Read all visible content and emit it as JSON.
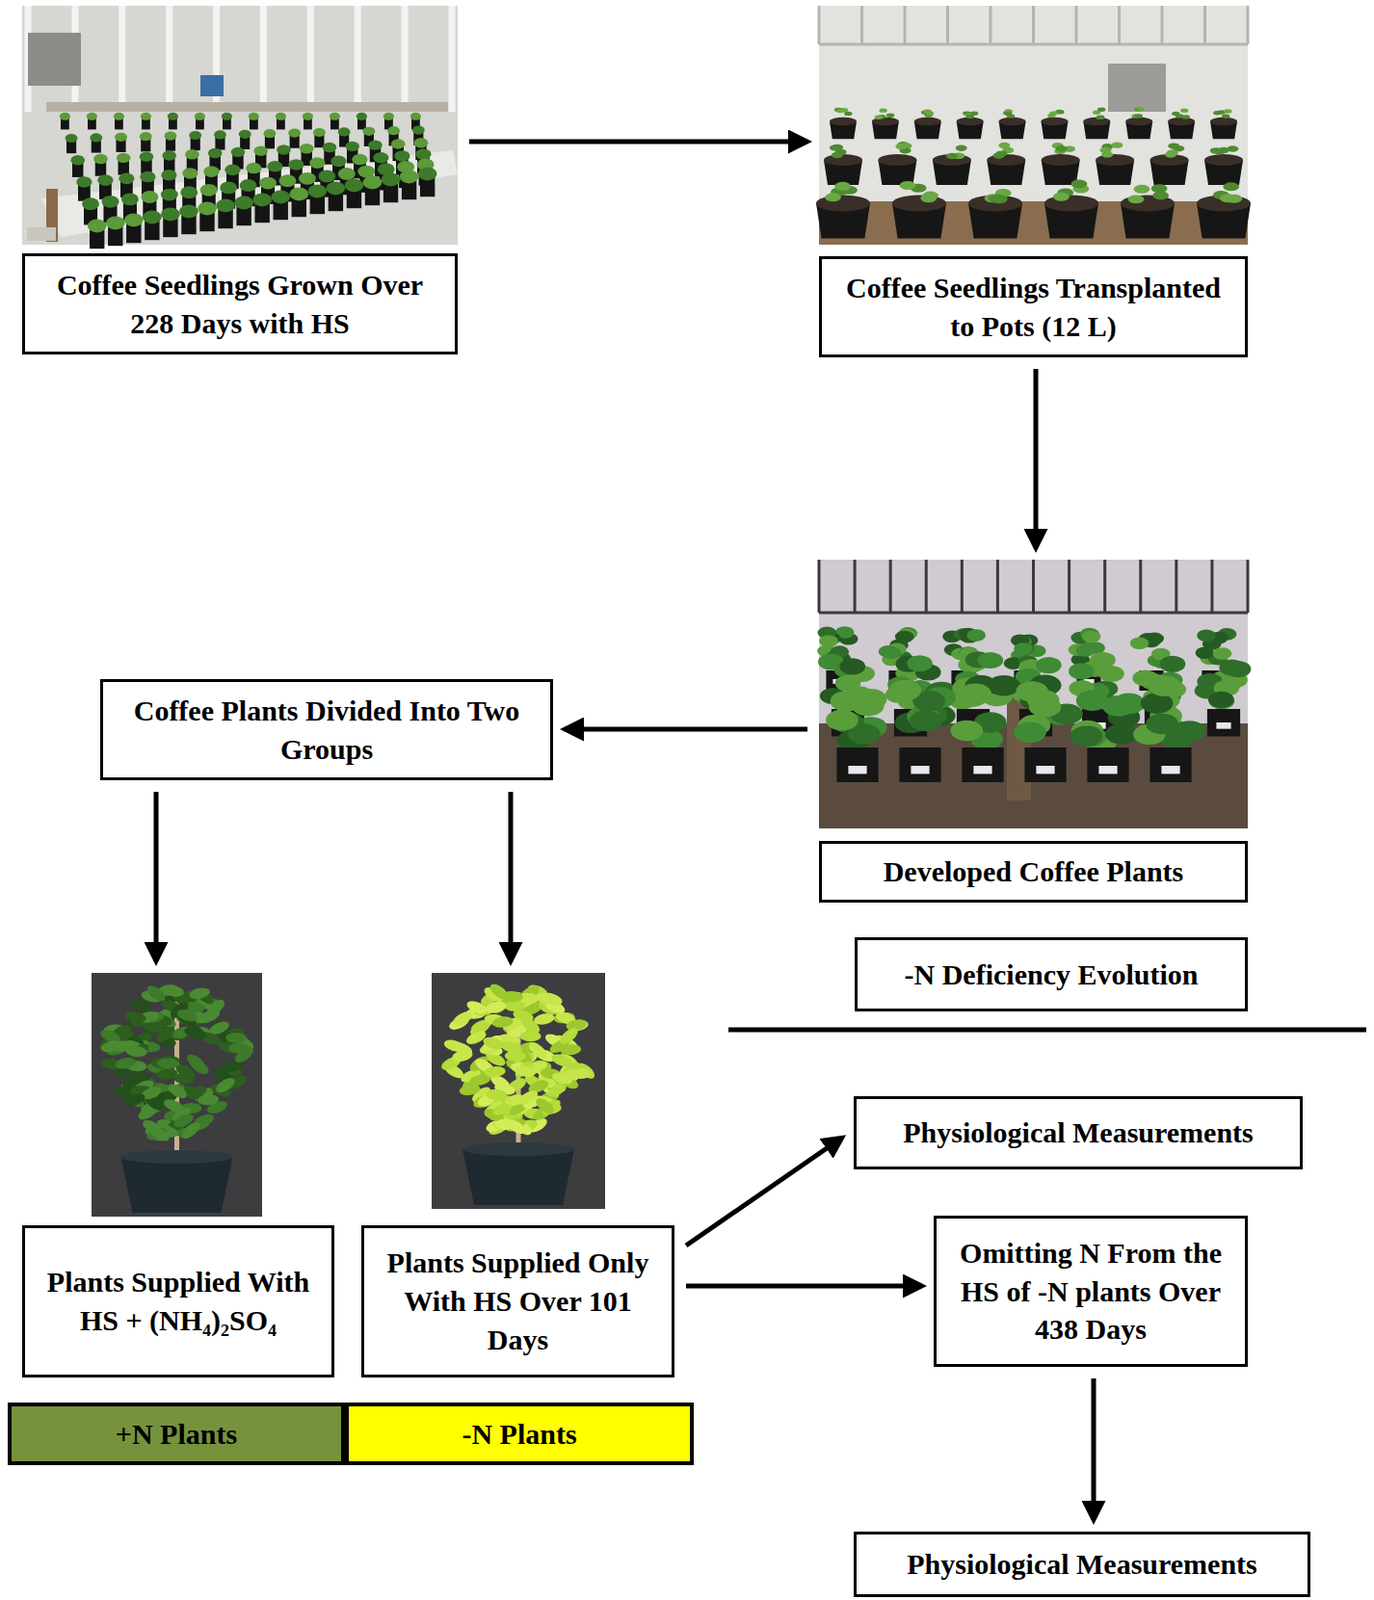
{
  "diagram": {
    "nodes": [
      {
        "text": [
          "Coffee Seedlings Grown Over 228 Days with HS"
        ]
      },
      {
        "text": [
          "Coffee Seedlings Transplanted to Pots (12 L)"
        ]
      },
      {
        "text": [
          "Developed Coffee Plants"
        ]
      },
      {
        "text": [
          "Coffee Plants Divided Into Two Groups"
        ]
      },
      {
        "text": [
          "Plants Supplied With HS + (NH₄)₂SO₄"
        ]
      },
      {
        "text": [
          "Plants Supplied Only With HS Over 101 Days"
        ]
      },
      {
        "text": [
          "+N Plants"
        ]
      },
      {
        "text": [
          "-N Plants"
        ]
      },
      {
        "text": [
          "-N Deficiency Evolution"
        ]
      },
      {
        "text": [
          "Physiological Measurements"
        ]
      },
      {
        "text": [
          "Omitting N From the HS of -N plants Over 438 Days"
        ]
      },
      {
        "text": [
          "Physiological Measurements"
        ]
      }
    ],
    "edges": [
      {
        "from": 0,
        "to": 1,
        "arrow": "to"
      },
      {
        "from": 1,
        "to": 2,
        "arrow": "to"
      },
      {
        "from": 2,
        "to": 3,
        "arrow": "to"
      },
      {
        "from": 3,
        "to": 4,
        "arrow": "to"
      },
      {
        "from": 3,
        "to": 5,
        "arrow": "to"
      },
      {
        "from": 5,
        "to": 9,
        "arrow": "to"
      },
      {
        "from": 5,
        "to": 10,
        "arrow": "to"
      },
      {
        "from": 10,
        "to": 11,
        "arrow": "to"
      }
    ]
  }
}
